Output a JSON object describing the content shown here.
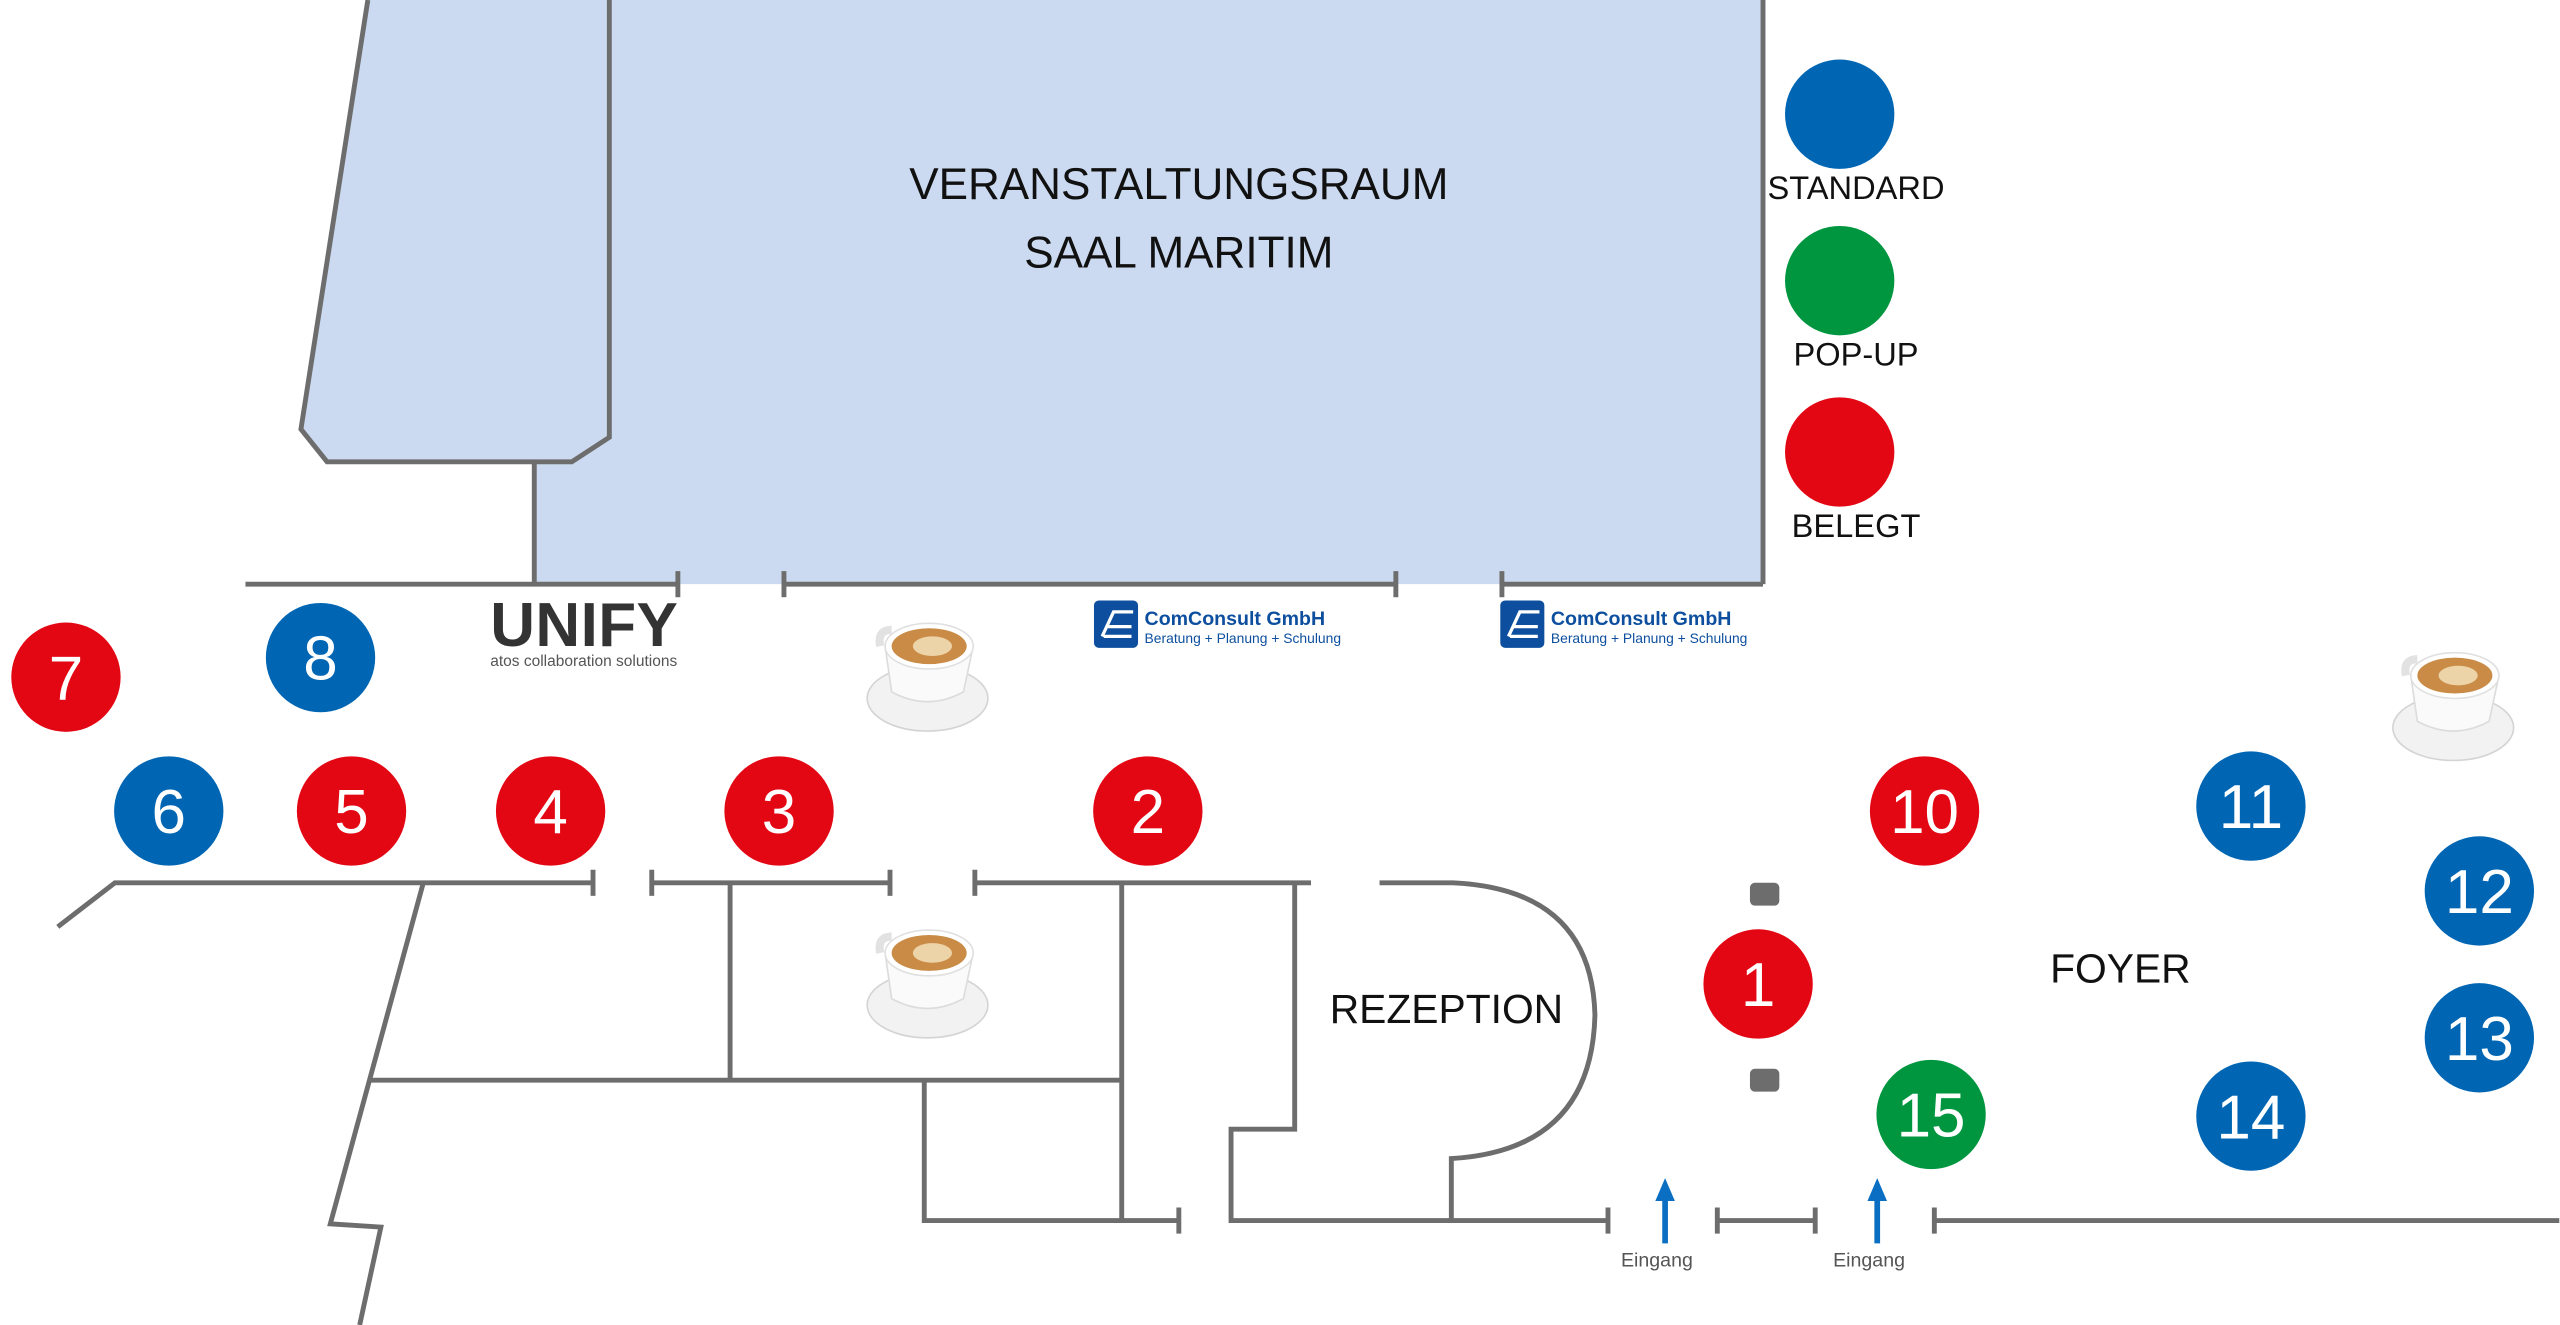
{
  "room": {
    "line1": "VERANSTALTUNGSRAUM",
    "line2": "SAAL MARITIM"
  },
  "areas": {
    "reception": "REZEPTION",
    "foyer": "FOYER"
  },
  "legend": [
    {
      "label": "STANDARD",
      "status": "standard"
    },
    {
      "label": "POP-UP",
      "status": "popup"
    },
    {
      "label": "BELEGT",
      "status": "occupied"
    }
  ],
  "colors": {
    "standard": "#0066b3",
    "popup": "#00963f",
    "occupied": "#e30613",
    "room": "#cbdaf0",
    "wall": "#6d6d6d",
    "arrow": "#0a6fc2"
  },
  "stands": [
    {
      "number": "1",
      "status": "occupied"
    },
    {
      "number": "2",
      "status": "occupied"
    },
    {
      "number": "3",
      "status": "occupied"
    },
    {
      "number": "4",
      "status": "occupied"
    },
    {
      "number": "5",
      "status": "occupied"
    },
    {
      "number": "6",
      "status": "standard"
    },
    {
      "number": "7",
      "status": "occupied"
    },
    {
      "number": "8",
      "status": "standard"
    },
    {
      "number": "10",
      "status": "occupied"
    },
    {
      "number": "11",
      "status": "standard"
    },
    {
      "number": "12",
      "status": "standard"
    },
    {
      "number": "13",
      "status": "standard"
    },
    {
      "number": "14",
      "status": "standard"
    },
    {
      "number": "15",
      "status": "popup"
    }
  ],
  "entrances": [
    {
      "label": "Eingang"
    },
    {
      "label": "Eingang"
    }
  ],
  "logos": {
    "unify": {
      "name": "UNIFY",
      "tagline": "atos collaboration solutions"
    },
    "comconsult": {
      "name": "ComConsult GmbH",
      "tagline": "Beratung + Planung + Schulung"
    }
  },
  "icons": {
    "coffee": "coffee-cup-icon",
    "entrance": "arrow-up-icon"
  }
}
